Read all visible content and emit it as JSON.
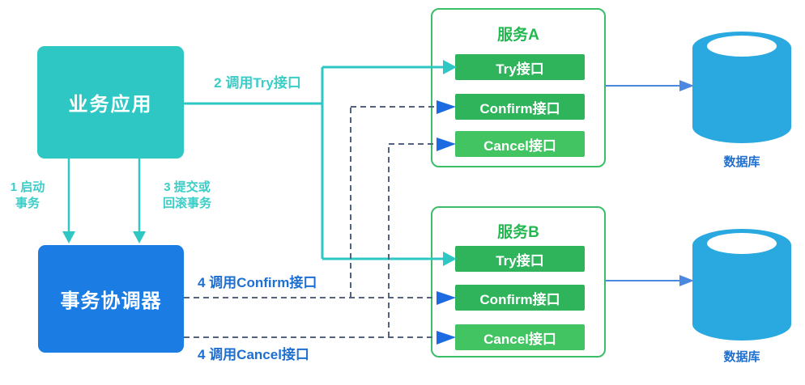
{
  "colors": {
    "teal": "#2ec7c3",
    "teal-text": "#3bcdc7",
    "blue-box": "#1b7ce4",
    "green-border": "#3cbd68",
    "green-title": "#21b84f",
    "green-btn": "#2fb45c",
    "green-btn-light": "#42c463",
    "db-cyan": "#29a9e0",
    "blue-label": "#1d6fd2",
    "dash": "#53627f",
    "arrow-blue": "#1d6be0",
    "db-arrow": "#4a88e2"
  },
  "nodes": {
    "app": {
      "label": "业务应用"
    },
    "coordinator": {
      "label": "事务协调器"
    },
    "services": [
      {
        "name": "服务A",
        "buttons": [
          "Try接口",
          "Confirm接口",
          "Cancel接口"
        ]
      },
      {
        "name": "服务B",
        "buttons": [
          "Try接口",
          "Confirm接口",
          "Cancel接口"
        ]
      }
    ],
    "databases": [
      {
        "label": "数据库"
      },
      {
        "label": "数据库"
      }
    ]
  },
  "edges": {
    "call_try": "2 调用Try接口",
    "start_tx": "1 启动\n事务",
    "commit_rollback": "3 提交或\n回滚事务",
    "call_confirm": "4 调用Confirm接口",
    "call_cancel": "4 调用Cancel接口"
  }
}
